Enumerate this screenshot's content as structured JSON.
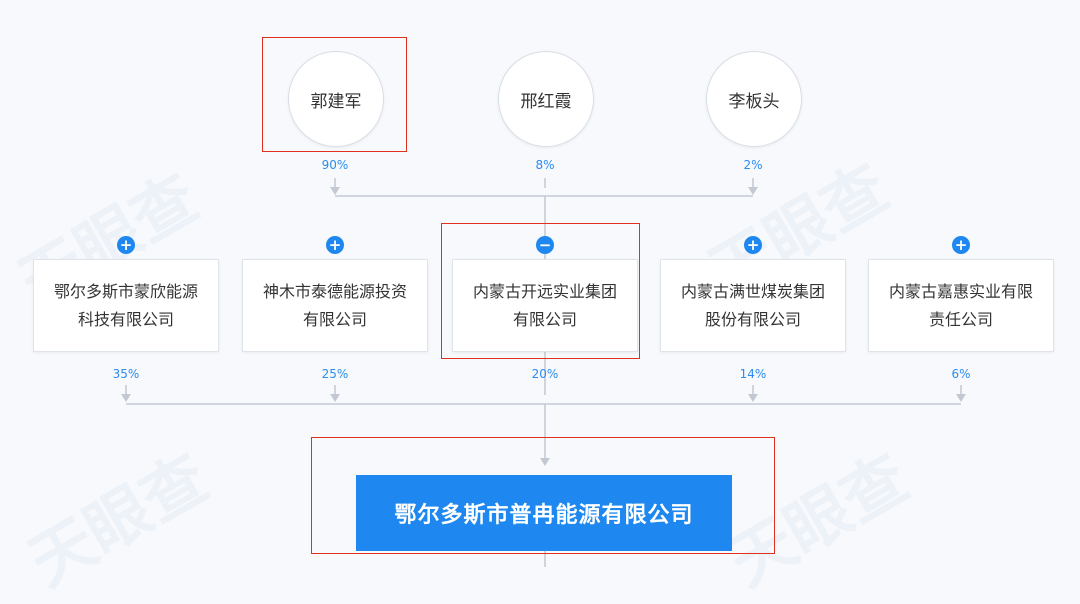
{
  "shareholders": [
    {
      "name": "郭建军",
      "percent": "90%"
    },
    {
      "name": "邢红霞",
      "percent": "8%"
    },
    {
      "name": "李板头",
      "percent": "2%"
    }
  ],
  "companies": [
    {
      "line1": "鄂尔多斯市蒙欣能源",
      "line2": "科技有限公司",
      "percent": "35%",
      "toggle": "+"
    },
    {
      "line1": "神木市泰德能源投资",
      "line2": "有限公司",
      "percent": "25%",
      "toggle": "+"
    },
    {
      "line1": "内蒙古开远实业集团",
      "line2": "有限公司",
      "percent": "20%",
      "toggle": "−"
    },
    {
      "line1": "内蒙古满世煤炭集团",
      "line2": "股份有限公司",
      "percent": "14%",
      "toggle": "+"
    },
    {
      "line1": "内蒙古嘉惠实业有限",
      "line2": "责任公司",
      "percent": "6%",
      "toggle": "+"
    }
  ],
  "target": {
    "name": "鄂尔多斯市普冉能源有限公司"
  },
  "colors": {
    "accent": "#1e88f0",
    "highlight": "#e0301e",
    "line": "#c3c9d3"
  }
}
